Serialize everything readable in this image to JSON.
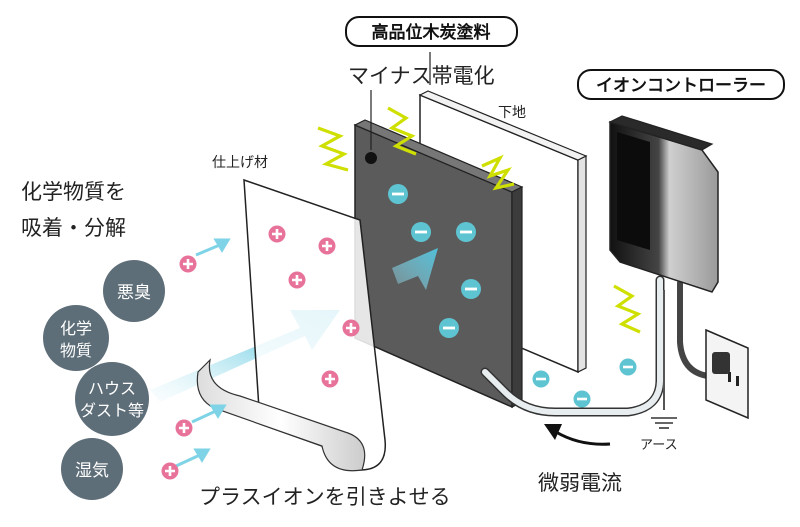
{
  "labels": {
    "top_tag": "高品位木炭塗料",
    "negative_charge": "マイナス帯電化",
    "controller_tag": "イオンコントローラー",
    "base_layer": "下地",
    "finish_material": "仕上げ材",
    "adsorb_line1": "化学物質を",
    "adsorb_line2": "吸着・分解",
    "attract_plus": "プラスイオンを引きよせる",
    "weak_current": "微弱電流",
    "earth": "アース"
  },
  "pollutants": {
    "odor": "悪臭",
    "chem_line1": "化学",
    "chem_line2": "物質",
    "dust_line1": "ハウス",
    "dust_line2": "ダスト等",
    "humidity": "湿気"
  },
  "colors": {
    "plus_ion": "#e8739a",
    "minus_ion": "#5fc4d2",
    "blob": "#5e6e78",
    "charcoal_panel": "#555555",
    "zigzag": "#cfe000",
    "flow_arrow": "#6ccbe0"
  }
}
